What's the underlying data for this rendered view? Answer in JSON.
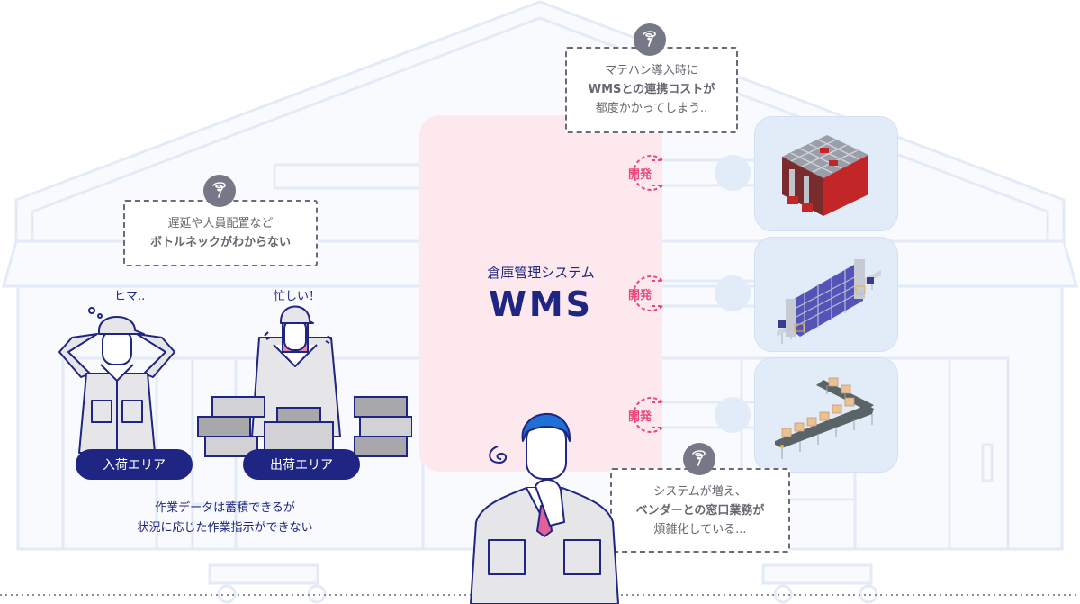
{
  "wms": {
    "subtitle": "倉庫管理システム",
    "title": "WMS",
    "colors": {
      "panel": "#fde8ee",
      "text": "#1e2582",
      "accent": "#e9497a"
    }
  },
  "dev_badges": [
    "開発",
    "開発",
    "開発"
  ],
  "bubbles": {
    "top": {
      "icon": "swirl-icon",
      "lines": [
        "マテハン導入時に",
        "WMSとの連携コストが",
        "都度かかってしまう.."
      ],
      "bold_prefix": "WMSとの連携コスト"
    },
    "left": {
      "icon": "swirl-icon",
      "lines": [
        "遅延や人員配置など",
        "ボトルネックがわからない"
      ],
      "bold_prefix": "ボトルネック"
    },
    "bottom": {
      "icon": "swirl-icon",
      "lines": [
        "システムが増え、",
        "ベンダーとの窓口業務が",
        "煩雑化している..."
      ]
    }
  },
  "workers": {
    "receiving": {
      "speech": "ヒマ..",
      "label": "入荷エリア"
    },
    "shipping": {
      "speech": "忙しい！",
      "label": "出荷エリア"
    }
  },
  "caption": [
    "作業データは蓄積できるが",
    "状況に応じた作業指示ができない"
  ],
  "machines": [
    {
      "name": "automated-storage-cube"
    },
    {
      "name": "vertical-rotating-shelf"
    },
    {
      "name": "conveyor-belt"
    }
  ]
}
